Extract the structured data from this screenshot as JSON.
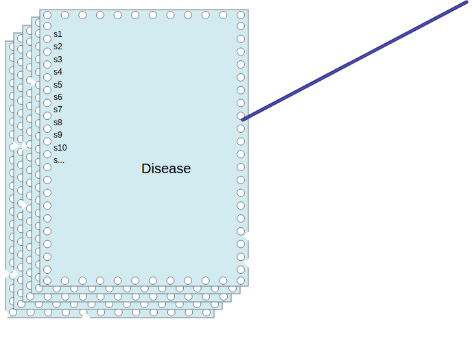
{
  "diagram": {
    "nodes": [
      {
        "text": [
          "Disease"
        ]
      }
    ],
    "labels": [
      "s1",
      "s2",
      "s3",
      "s4",
      "s5",
      "s6",
      "s7",
      "s8",
      "s9",
      "s10",
      "s..."
    ]
  }
}
